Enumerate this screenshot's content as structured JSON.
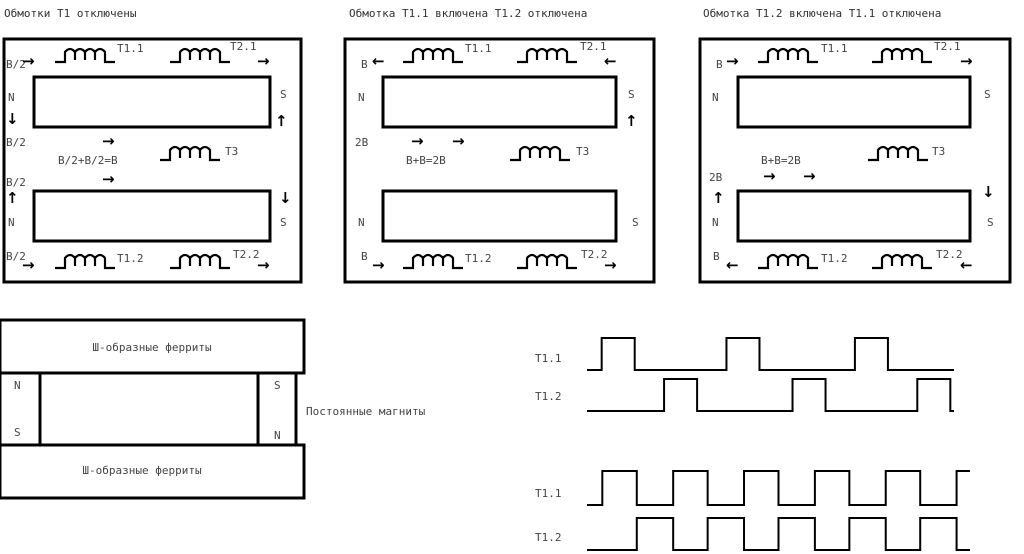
{
  "colors": {
    "stroke": "#000000",
    "text": "#444444",
    "background": "#ffffff"
  },
  "panels": [
    {
      "title": "Обмотки Т1 отключены",
      "t11": "T1.1",
      "t21": "T2.1",
      "t3": "T3",
      "t12": "T1.2",
      "t22": "T2.2",
      "top_left_flux": "B/2",
      "upper_mid_flux": "B/2",
      "lower_mid_flux": "B/2",
      "bottom_left_flux": "B/2",
      "sum_text": "B/2+B/2=B",
      "n_upper": "N",
      "s_upper": "S",
      "n_lower": "N",
      "s_lower": "S"
    },
    {
      "title": "Обмотка Т1.1 включена Т1.2 отключена",
      "t11": "T1.1",
      "t21": "T2.1",
      "t3": "T3",
      "t12": "T1.2",
      "t22": "T2.2",
      "top_left_flux": "B",
      "mid_flux": "2B",
      "bottom_left_flux": "B",
      "sum_text": "B+B=2B",
      "n_upper": "N",
      "s_upper": "S",
      "n_lower": "N",
      "s_lower": "S"
    },
    {
      "title": "Обмотка Т1.2 включена Т1.1 отключена",
      "t11": "T1.1",
      "t21": "T2.1",
      "t3": "T3",
      "t12": "T1.2",
      "t22": "T2.2",
      "top_left_flux": "B",
      "mid_flux": "2B",
      "bottom_left_flux": "B",
      "sum_text": "B+B=2B",
      "n_upper": "N",
      "s_upper": "S",
      "n_lower": "N",
      "s_lower": "S"
    }
  ],
  "construction": {
    "top_ferrite": "Ш-образные ферриты",
    "bottom_ferrite": "Ш-образные ферриты",
    "magnets_label": "Постоянные магниты",
    "left_magnet_n": "N",
    "left_magnet_s": "S",
    "right_magnet_s": "S",
    "right_magnet_n": "N"
  },
  "timing": {
    "slow": [
      {
        "label": "T1.1",
        "pulses": [
          [
            0.04,
            0.13
          ],
          [
            0.38,
            0.47
          ],
          [
            0.73,
            0.82
          ]
        ]
      },
      {
        "label": "T1.2",
        "pulses": [
          [
            0.21,
            0.3
          ],
          [
            0.56,
            0.65
          ],
          [
            0.9,
            0.99
          ]
        ]
      }
    ],
    "fast": [
      {
        "label": "T1.1",
        "start_high": false,
        "period": 0.185,
        "pulses": [
          [
            0.04,
            0.13
          ],
          [
            0.225,
            0.315
          ],
          [
            0.41,
            0.5
          ],
          [
            0.595,
            0.685
          ],
          [
            0.78,
            0.87
          ],
          [
            0.965,
            1.0
          ]
        ]
      },
      {
        "label": "T1.2",
        "start_high": false,
        "pulses": [
          [
            0.13,
            0.225
          ],
          [
            0.315,
            0.41
          ],
          [
            0.5,
            0.595
          ],
          [
            0.685,
            0.78
          ],
          [
            0.87,
            0.965
          ]
        ]
      }
    ]
  }
}
